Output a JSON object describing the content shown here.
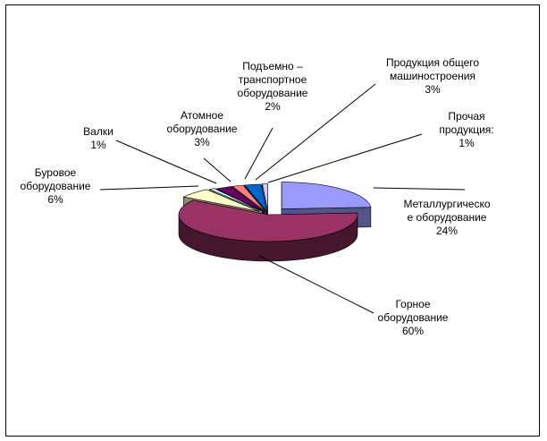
{
  "chart_data": {
    "type": "pie",
    "title": "",
    "slices": [
      {
        "name": "Металлургическое оборудование",
        "value": 24,
        "label": [
          "Металлургическо",
          "е оборудование",
          "24%"
        ],
        "color": "#9999ff"
      },
      {
        "name": "Горное оборудование",
        "value": 60,
        "label": [
          "Горное",
          "оборудование",
          "60%"
        ],
        "color": "#993366"
      },
      {
        "name": "Буровое оборудование",
        "value": 6,
        "label": [
          "Буровое",
          "оборудование",
          "6%"
        ],
        "color": "#ffffcc"
      },
      {
        "name": "Валки",
        "value": 1,
        "label": [
          "Валки",
          "1%"
        ],
        "color": "#ccffff"
      },
      {
        "name": "Атомное оборудование",
        "value": 3,
        "label": [
          "Атомное",
          "оборудование",
          "3%"
        ],
        "color": "#660066"
      },
      {
        "name": "Подъемно – транспортное оборудование",
        "value": 2,
        "label": [
          "Подъемно –",
          "транспортное",
          "оборудование",
          "2%"
        ],
        "color": "#ff8080"
      },
      {
        "name": "Продукция общего машиностроения",
        "value": 3,
        "label": [
          "Продукция общего",
          "машиностроения",
          "3%"
        ],
        "color": "#0066cc"
      },
      {
        "name": "Прочая продукция:",
        "value": 1,
        "label": [
          "Прочая",
          "продукция:",
          "1%"
        ],
        "color": "#ccccff"
      }
    ],
    "legend": "none",
    "style": "3d-exploded"
  }
}
